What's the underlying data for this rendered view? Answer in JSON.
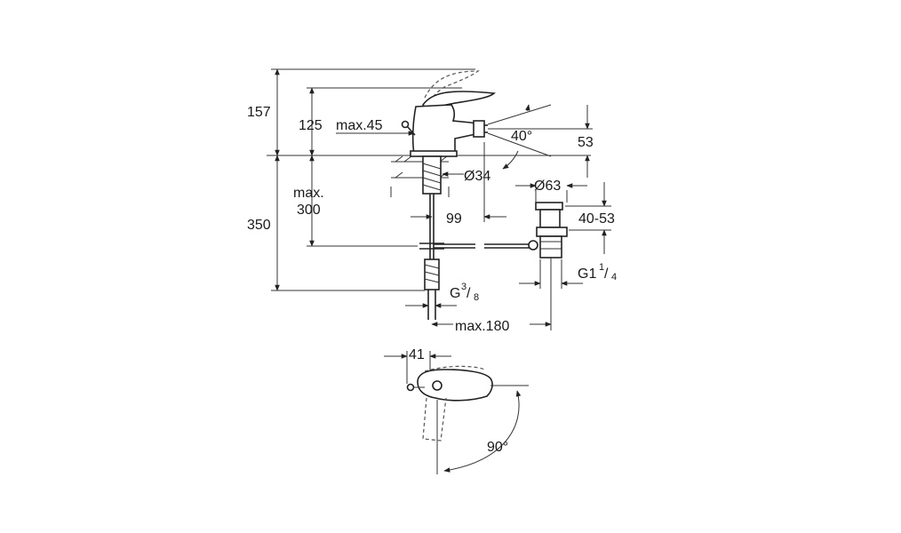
{
  "dimensions": {
    "total_height": "157",
    "body_height": "125",
    "lever_offset": "max.45",
    "lever_angle": "40°",
    "spout_height": "53",
    "hole_diameter": "Ø34",
    "max_line1": "max.",
    "max_line2": "300",
    "overall_height": "350",
    "spout_reach": "99",
    "waste_diameter": "Ø63",
    "waste_range": "40-53",
    "waste_thread_main": "G1",
    "waste_thread_num": "1",
    "waste_thread_den": "4",
    "supply_thread_main": "G",
    "supply_thread_num": "3",
    "supply_thread_den": "8",
    "max_reach": "max.180",
    "top_offset": "41",
    "rotation_angle": "90°"
  }
}
